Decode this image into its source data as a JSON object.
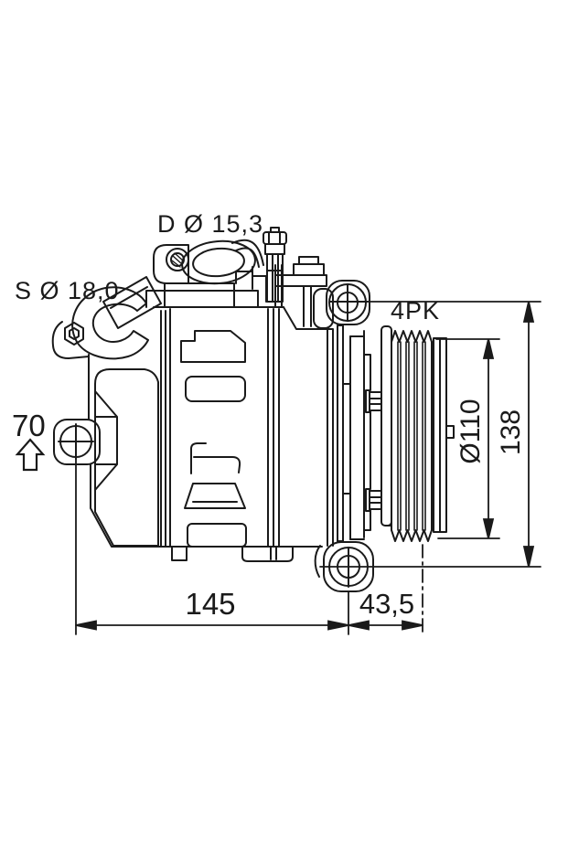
{
  "drawing": {
    "labels": {
      "discharge_port": "D Ø 15,3",
      "suction_port": "S Ø 18,0",
      "belt_type": "4PK",
      "mount_height": "70"
    },
    "dimensions": {
      "pulley_diameter": "Ø110",
      "overall_height": "138",
      "body_length": "145",
      "pulley_offset": "43,5"
    },
    "colors": {
      "line": "#1a1a1a",
      "background": "#ffffff"
    }
  }
}
